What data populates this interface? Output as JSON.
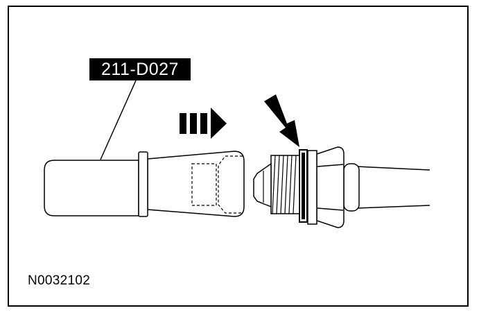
{
  "labels": {
    "tool_callout": "211-D027",
    "figure_id": "N0032102"
  },
  "colors": {
    "line": "#000000",
    "background": "#ffffff"
  },
  "icons": {
    "direction": "push-direction-arrow",
    "pointer": "pointer-arrow"
  }
}
